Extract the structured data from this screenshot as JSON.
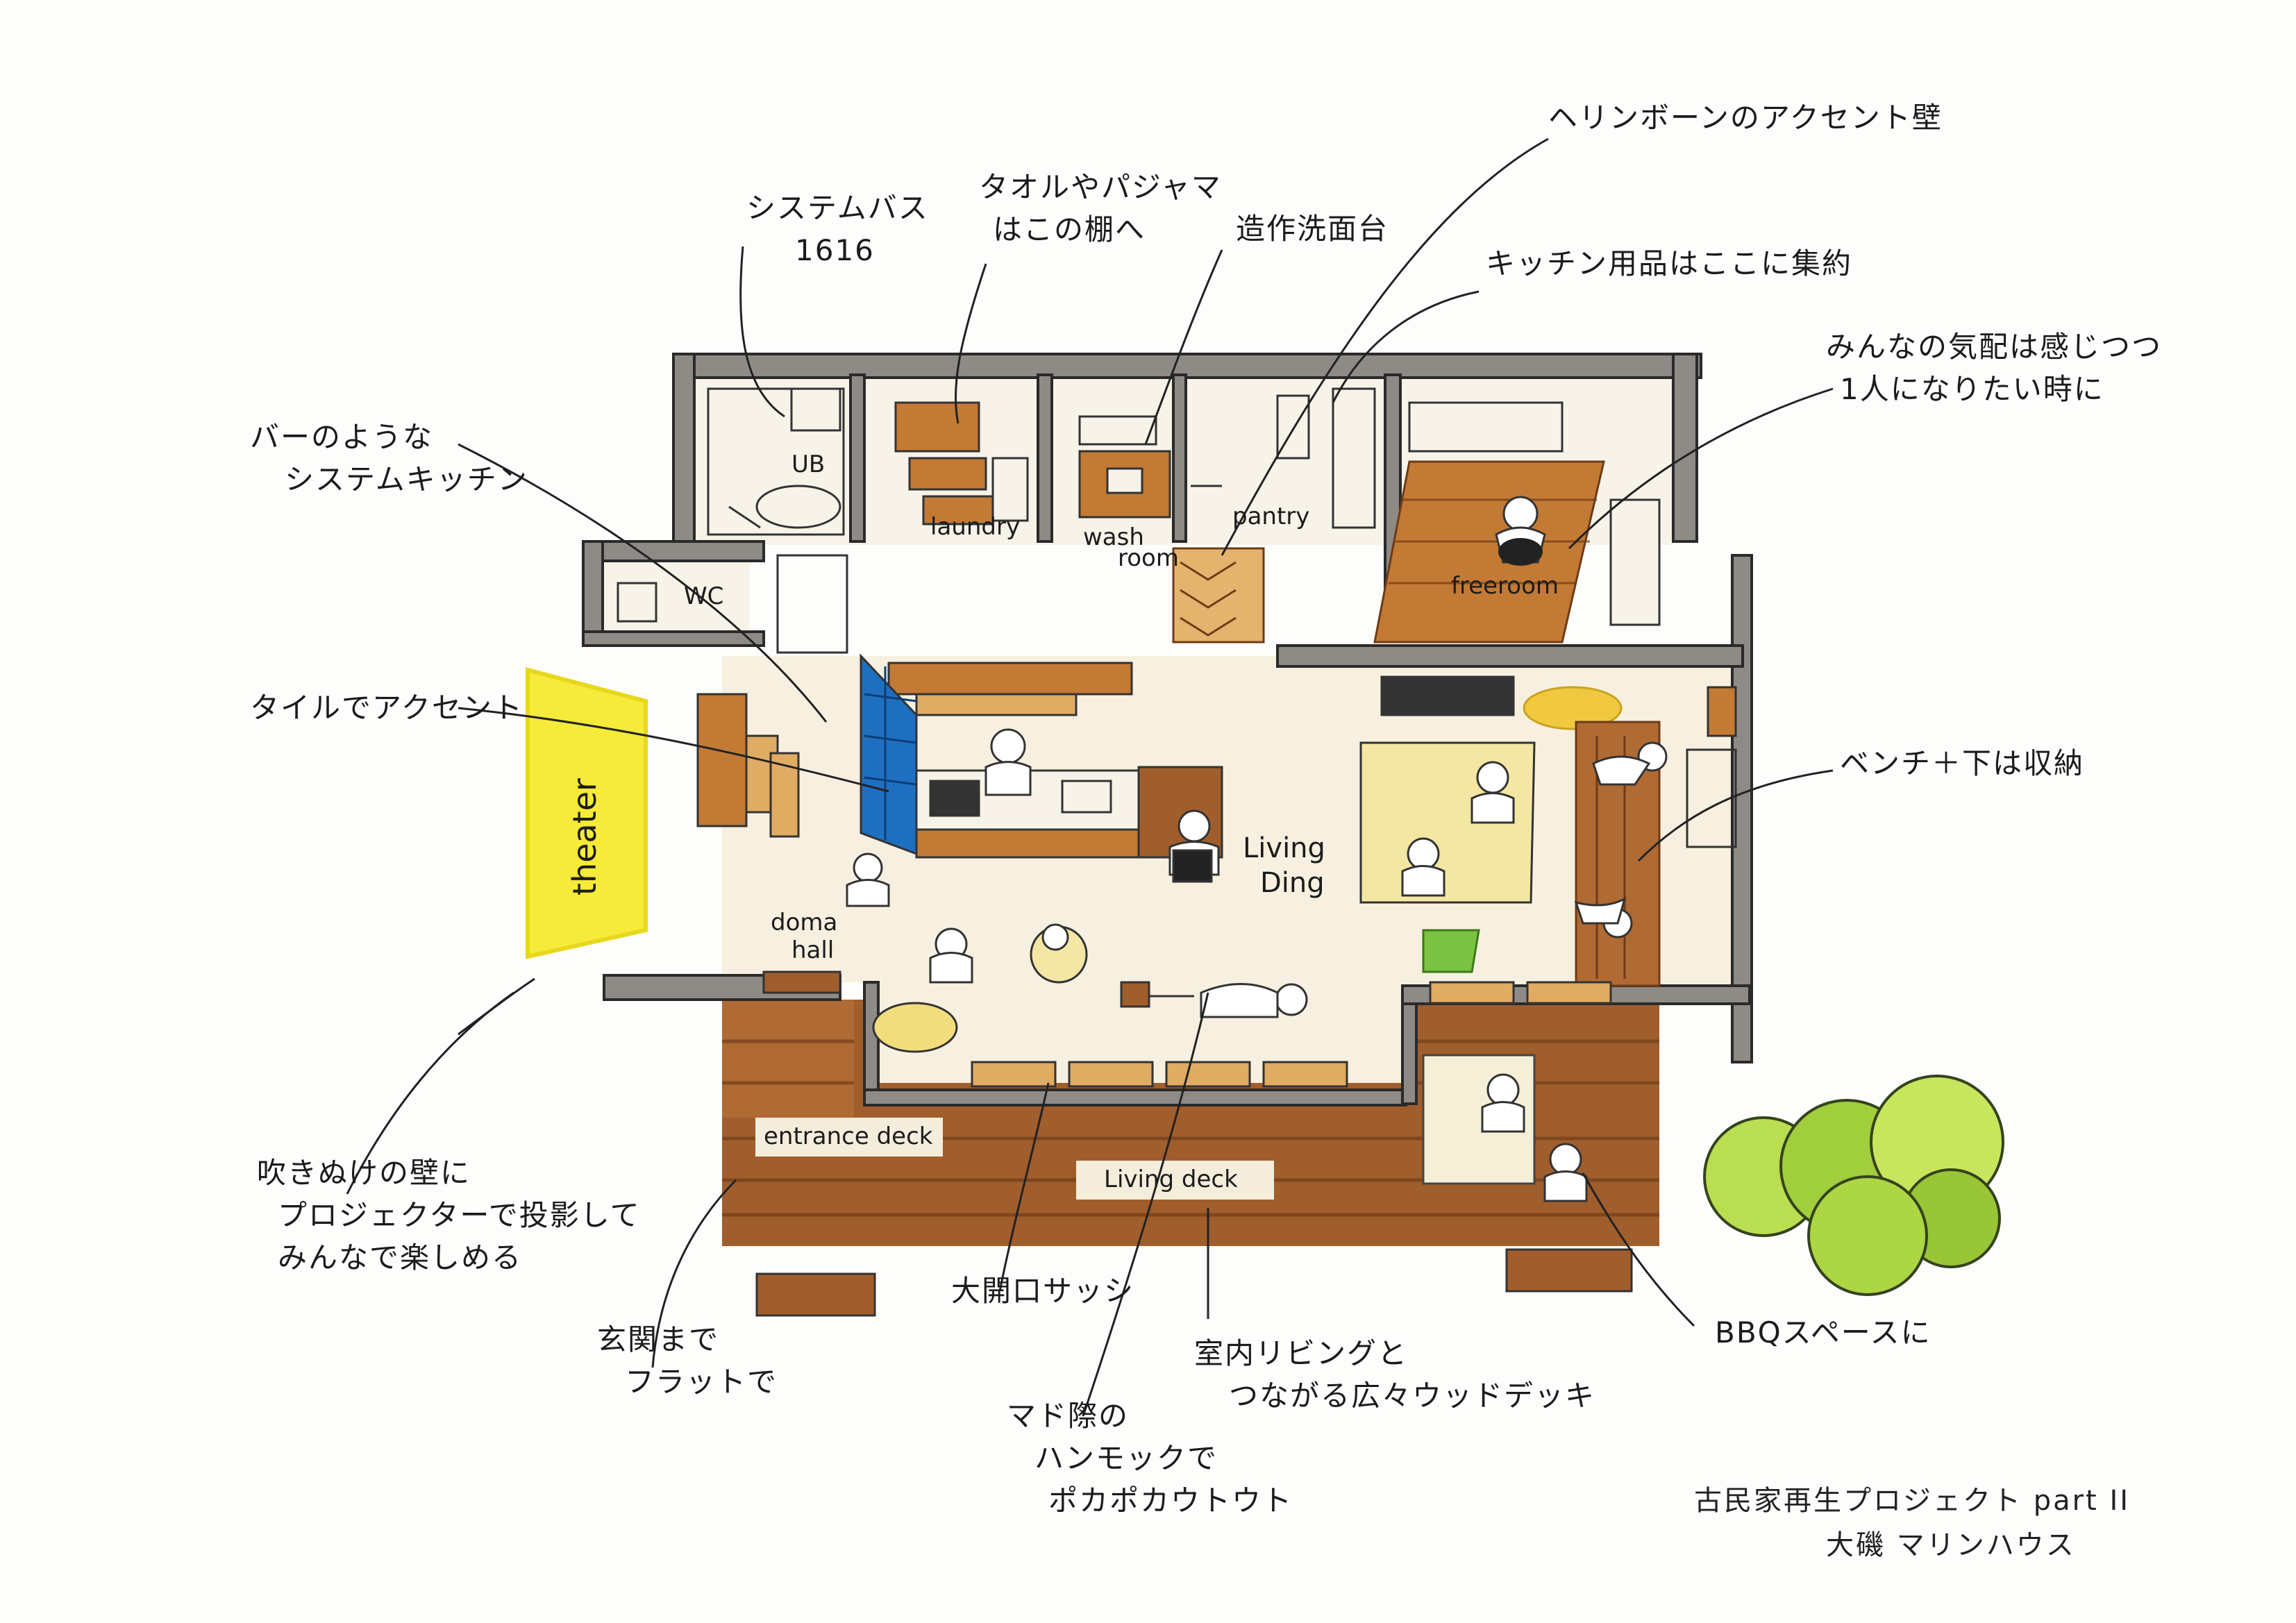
{
  "annotations": {
    "system_bath": [
      "システムバス",
      "1616"
    ],
    "towel_shelf": [
      "タオルやパジャマ",
      "はこの棚へ"
    ],
    "vanity": "造作洗面台",
    "herringbone": "ヘリンボーンのアクセント壁",
    "kitchen_storage": "キッチン用品はここに集約",
    "freeroom_note": [
      "みんなの気配は感じつつ",
      "1人になりたい時に"
    ],
    "bar_kitchen": [
      "バーのような",
      "システムキッチン"
    ],
    "tile_accent": "タイルでアクセント",
    "bench_storage": "ベンチ＋下は収納",
    "projector": [
      "吹きぬけの壁に",
      "プロジェクターで投影して",
      "みんなで楽しめる"
    ],
    "entrance_flat": [
      "玄関まで",
      "フラットで"
    ],
    "big_sash": "大開口サッシ",
    "hammock": [
      "マド際の",
      "ハンモックで",
      "ポカポカウトウト"
    ],
    "outdoor_deck": [
      "室内リビングと",
      "つながる広々ウッドデッキ"
    ],
    "bbq": "BBQスペースに"
  },
  "rooms": {
    "ub": "UB",
    "laundry": "laundry",
    "wash_room": [
      "wash",
      "room"
    ],
    "pantry": "pantry",
    "freeroom": "freeroom",
    "wc": "WC",
    "theater": "theater",
    "living": [
      "Living",
      "Ding"
    ],
    "doma": [
      "doma",
      "hall"
    ],
    "entrance_deck": "entrance deck",
    "living_deck": "Living deck"
  },
  "credit": [
    "古民家再生プロジェクト part II",
    "大磯 マリンハウス"
  ],
  "colors": {
    "wall": "#8e8a86",
    "wood_dark": "#9a5a2a",
    "wood_mid": "#c27a35",
    "wood_light": "#e0ac63",
    "floor_cream": "#f7f0e0",
    "theater_yellow": "#f6ea3a",
    "rug_yellow": "#f3e7a3",
    "tile_blue": "#1f6fc0",
    "tree_green": "#a7d43a",
    "plant_green": "#7cc242"
  }
}
